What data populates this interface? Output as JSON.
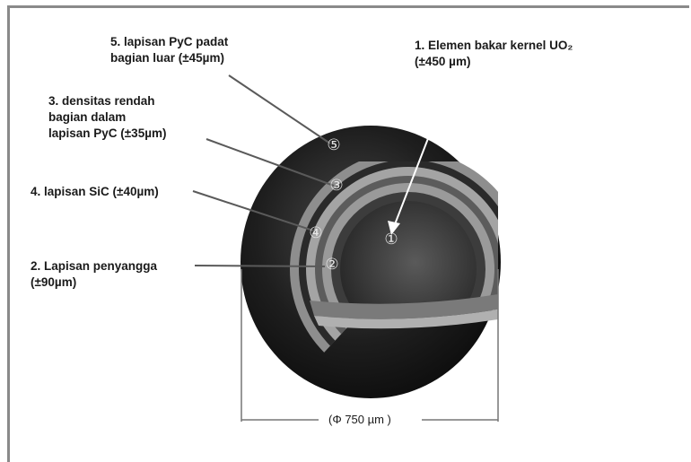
{
  "labels": {
    "kernel": [
      "1. Elemen bakar kernel UO₂",
      "(±450 µm)"
    ],
    "buffer": [
      "2. Lapisan penyangga",
      "(±90µm)"
    ],
    "inner_pyc": [
      "3. densitas rendah",
      "bagian dalam",
      "lapisan PyC (±35µm)"
    ],
    "sic": [
      "4. lapisan SiC (±40µm)"
    ],
    "outer_pyc": [
      "5. lapisan PyC padat",
      "bagian luar (±45µm)"
    ]
  },
  "markers": [
    "①",
    "②",
    "③",
    "④",
    "⑤"
  ],
  "diameter": "(Φ 750 µm )",
  "colors": {
    "sphere_dark": "#141414",
    "sphere_mid": "#3a3a3a",
    "layer_light": "#9a9a9a",
    "layer_mid": "#6a6a6a",
    "line": "#555555",
    "frame": "#8a8a8a"
  }
}
